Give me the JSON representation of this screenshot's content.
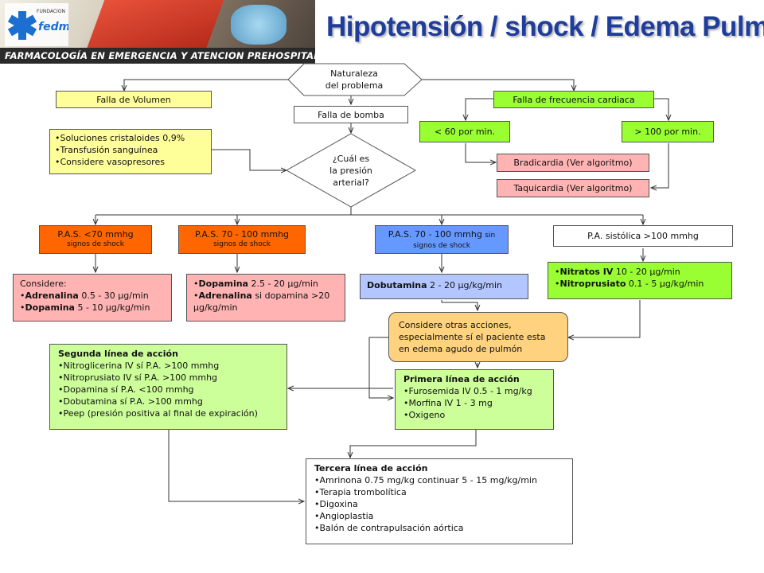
{
  "banner": {
    "org_text": "FUNDACION fedmed",
    "strip_text": "FARMACOLOGÍA EN EMERGENCIA Y ATENCION PREHOSPITALARIA"
  },
  "title": "Hipotensión / shock / Edema Pulmon",
  "nodes": {
    "naturaleza": [
      "Naturaleza",
      "del problema"
    ],
    "falla_volumen": "Falla  de Volumen",
    "falla_bomba": "Falla de bomba",
    "falla_frecuencia": "Falla  de frecuencia cardiaca",
    "volumen_actions": [
      "Soluciones  cristaloides 0,9%",
      "Transfusión  sanguínea",
      "Considere  vasopresores"
    ],
    "cual_presion": [
      "¿Cuál es",
      "la presión",
      "arterial?"
    ],
    "menos_60": "< 60 por min.",
    "mas_100": "> 100 por min.",
    "bradicardia": "Bradicardia  (Ver algoritmo)",
    "taquicardia": "Taquicardia (Ver algoritmo)",
    "pas_70": {
      "main": "P.A.S. <70 mmhg",
      "sub": "signos de shock"
    },
    "pas_70_100": {
      "main": "P.A.S. 70 - 100 mmhg",
      "sub": "signos de shock"
    },
    "pas_70_100_sin": {
      "main": "P.A.S. 70 - 100 mmhg",
      "main_tail": "sin",
      "sub": "signos de shock"
    },
    "pa_sistolica": "P.A. sistólica >100 mmhg",
    "considere": {
      "head": "Considere:",
      "items": [
        {
          "bold": "Adrenalina",
          "rest": " 0.5 - 30  µg/min"
        },
        {
          "bold": "Dopamina",
          "rest": " 5 - 10 µg/kg/min"
        }
      ]
    },
    "dopamina": {
      "items": [
        {
          "bold": "Dopamina",
          "rest": " 2.5 - 20  µg/min"
        },
        {
          "bold": "Adrenalina",
          "rest": " si dopamina >20 µg/kg/min"
        }
      ]
    },
    "dobutamina": {
      "bold": "Dobutamina",
      "rest": "  2 - 20 µg/kg/min"
    },
    "nitratos": {
      "items": [
        {
          "bold": "Nitratos IV",
          "rest": " 10 - 20  µg/min"
        },
        {
          "bold": "Nitroprusiato",
          "rest": " 0.1 - 5  µg/kg/min"
        }
      ]
    },
    "considere_otras": [
      "Considere otras acciones,",
      "especialmente sí el paciente esta",
      "en edema agudo de pulmón"
    ],
    "segunda": {
      "head": "Segunda  línea de acción",
      "items": [
        "Nitroglicerina IV sí P.A. >100 mmhg",
        "Nitroprusiato IV sí P.A. >100 mmhg",
        "Dopamina sí P.A. <100 mmhg",
        "Dobutamina  sí P.A. >100 mmhg",
        "Peep (presión positiva al final de expiración)"
      ]
    },
    "primera": {
      "head": "Primera línea de acción",
      "items": [
        "Furosemida IV 0.5 - 1 mg/kg",
        "Morfina IV 1 - 3 mg",
        "Oxigeno"
      ]
    },
    "tercera": {
      "head": "Tercera línea de acción",
      "items": [
        "Amrinona 0.75 mg/kg continuar  5 - 15 mg/kg/min",
        "Terapia trombolítica",
        "Digoxina",
        "Angioplastia",
        "Balón de contrapulsación  aórtica"
      ]
    }
  },
  "colors": {
    "yellow": "#ffff99",
    "green": "#99ff33",
    "orange": "#ff6600",
    "pink": "#ffb3b3",
    "blue": "#6699ff",
    "lightblue": "#b3c6ff",
    "lightgreen": "#ccff99",
    "tan": "#ffd27f"
  }
}
